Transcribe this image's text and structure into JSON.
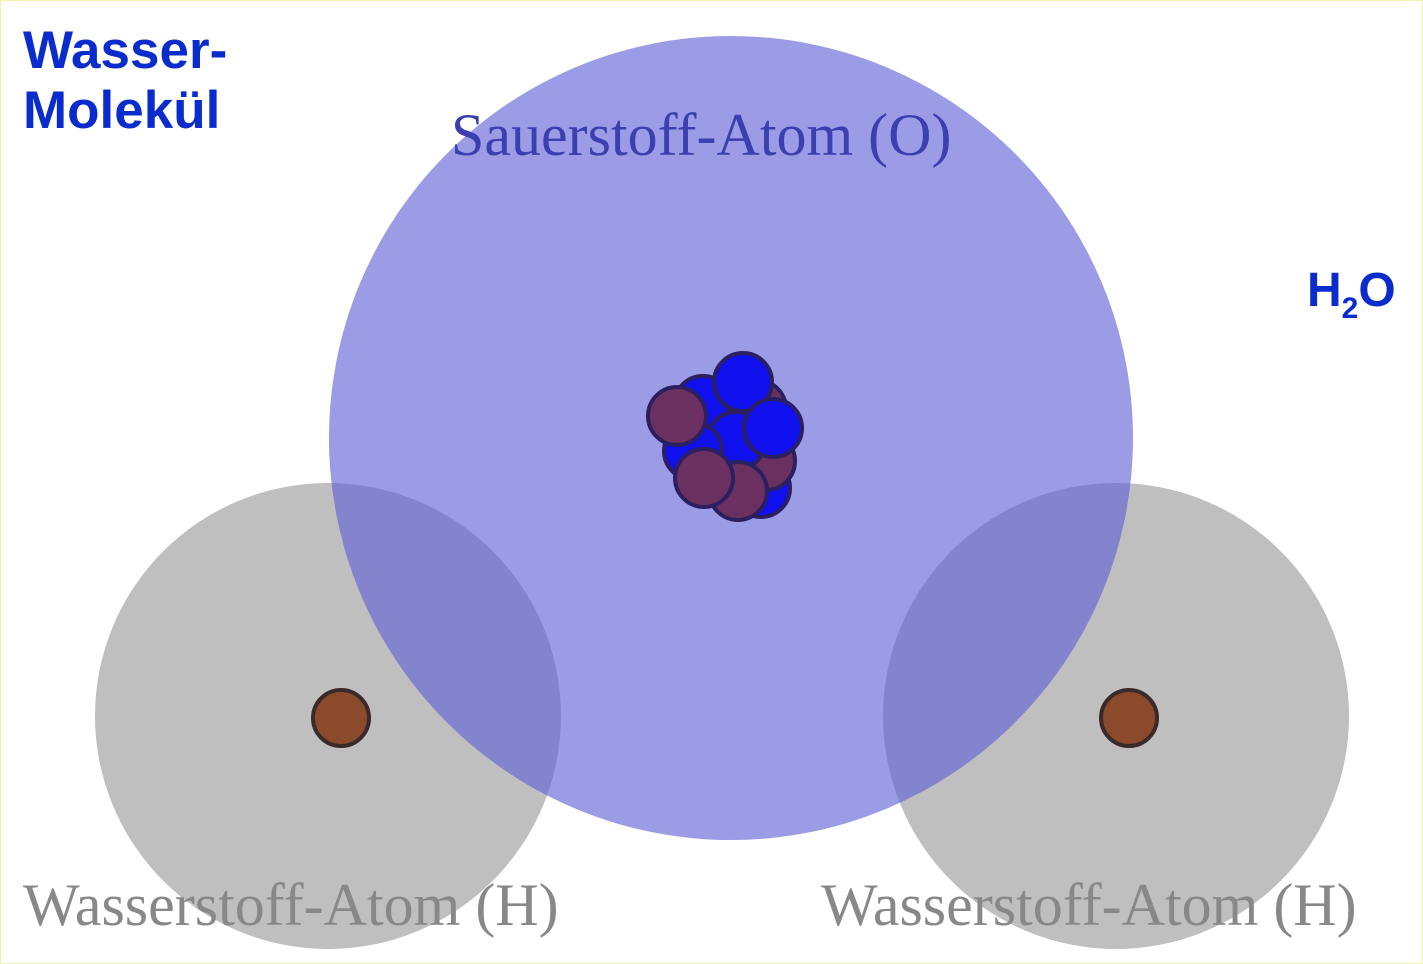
{
  "title": {
    "line1": "Wasser-",
    "line2": "Molekül"
  },
  "formula": {
    "base": "H",
    "sub": "2",
    "tail": "O"
  },
  "atoms": {
    "oxygen": {
      "label": "Sauerstoff-Atom (O)",
      "color": "#7e7edb",
      "protons": 8,
      "neutrons": 8
    },
    "hydrogen_left": {
      "label": "Wasserstoff-Atom (H)",
      "color": "#a9a9a9"
    },
    "hydrogen_right": {
      "label": "Wasserstoff-Atom (H)",
      "color": "#a9a9a9"
    }
  },
  "colors": {
    "title_text": "#0b2ccc",
    "proton": "#1010ee",
    "neutron": "#6b3060",
    "hydrogen_nucleus": "#8b4a2b"
  }
}
